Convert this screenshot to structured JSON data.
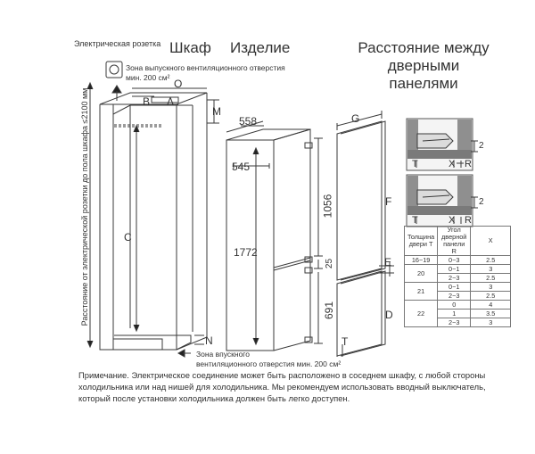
{
  "headers": {
    "cabinet": "Шкаф",
    "product": "Изделие",
    "distance": "Расстояние между\nдверными панелями"
  },
  "labels": {
    "socket": "Электрическая розетка",
    "exhaust_zone_1": "Зона выпускного вентиляционного отверстия",
    "exhaust_zone_2": "мин. 200 см²",
    "intake_zone_1": "Зона впускного",
    "intake_zone_2": "вентиляционного отверстия мин. 200 см²",
    "vertical": "Расстояние от электрической розетки до пола шкафа ≤2100 мм"
  },
  "letters": {
    "O": "O",
    "B": "B",
    "A": "A",
    "M": "M",
    "C": "C",
    "N": "N",
    "G": "G",
    "F": "F",
    "E": "E",
    "D": "D",
    "T": "T"
  },
  "dims": {
    "d558": "558",
    "d545": "545",
    "d1772": "1772",
    "d1056": "1056",
    "d25": "25",
    "d691": "691"
  },
  "detail": {
    "two_top": "2",
    "two_bottom": "2",
    "T1": "T",
    "X1": "X",
    "R1": "R",
    "T2": "T",
    "X2": "X",
    "R2": "R"
  },
  "table": {
    "headers": [
      "Толщина двери T",
      "Угол дверной панели R",
      "X"
    ],
    "rows": [
      [
        "16~19",
        "0~3",
        "2.5"
      ],
      [
        "20",
        "0~1",
        "3"
      ],
      [
        "",
        "2~3",
        "2.5"
      ],
      [
        "21",
        "0~1",
        "3"
      ],
      [
        "",
        "2~3",
        "2.5"
      ],
      [
        "22",
        "0",
        "4"
      ],
      [
        "",
        "1",
        "3.5"
      ],
      [
        "",
        "2~3",
        "3"
      ]
    ]
  },
  "note": "Примечание. Электрическое соединение может быть расположено в соседнем шкафу, с любой стороны холодильника или над нишей для холодильника. Мы рекомендуем использовать вводный выключатель, который после установки холодильника должен быть легко доступен."
}
